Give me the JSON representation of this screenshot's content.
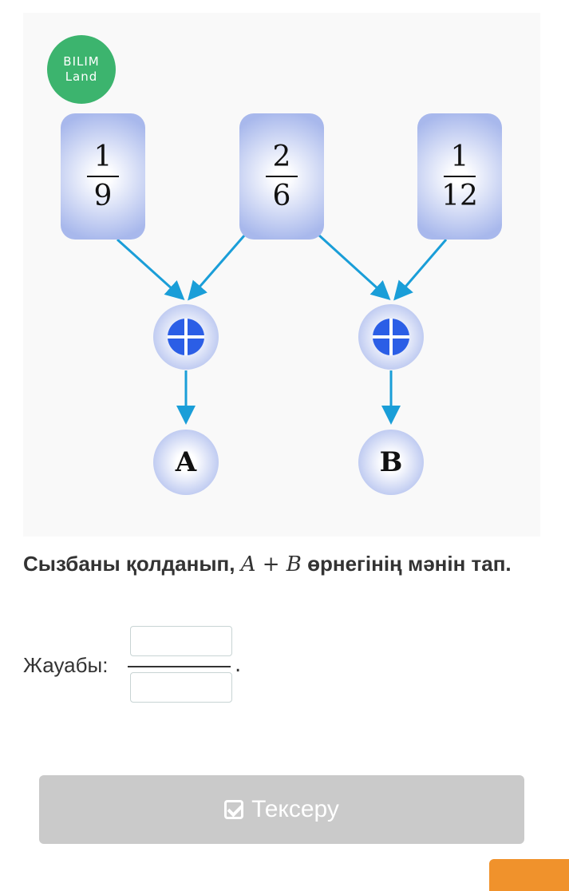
{
  "logo": {
    "line1": "BILIM",
    "line2": "Land"
  },
  "cards": [
    {
      "num": "1",
      "den": "9"
    },
    {
      "num": "2",
      "den": "6"
    },
    {
      "num": "1",
      "den": "12"
    }
  ],
  "results": {
    "a": "A",
    "b": "B"
  },
  "question": {
    "part1": "Сызбаны қолданып, ",
    "math": "A + B",
    "part2": " өрнегінің мәнін тап."
  },
  "answer": {
    "label": "Жауабы:",
    "numerator": "",
    "denominator": "",
    "period": "."
  },
  "check_button": {
    "label": "Тексеру"
  },
  "colors": {
    "arrow": "#1a9ed8",
    "plus": "#2b5ee6",
    "logo": "#3cb46e",
    "button": "#cacaca",
    "accent": "#f0922c"
  }
}
